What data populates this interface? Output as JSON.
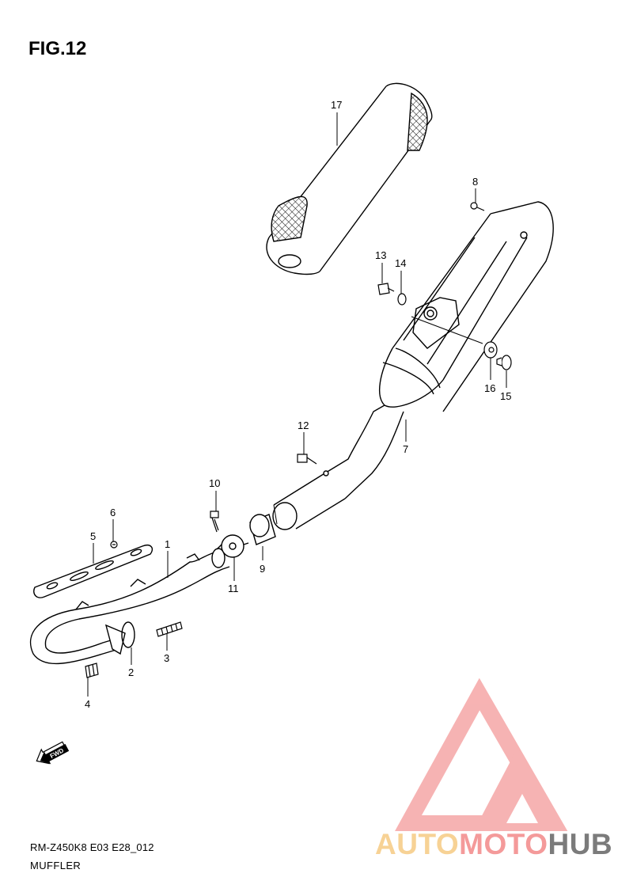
{
  "figure": {
    "title": "FIG.12"
  },
  "parts": [
    {
      "id": "1",
      "label": "1"
    },
    {
      "id": "2",
      "label": "2"
    },
    {
      "id": "3",
      "label": "3"
    },
    {
      "id": "4",
      "label": "4"
    },
    {
      "id": "5",
      "label": "5"
    },
    {
      "id": "6",
      "label": "6"
    },
    {
      "id": "7",
      "label": "7"
    },
    {
      "id": "8",
      "label": "8"
    },
    {
      "id": "9",
      "label": "9"
    },
    {
      "id": "10",
      "label": "10"
    },
    {
      "id": "11",
      "label": "11"
    },
    {
      "id": "12",
      "label": "12"
    },
    {
      "id": "13",
      "label": "13"
    },
    {
      "id": "14",
      "label": "14"
    },
    {
      "id": "15",
      "label": "15"
    },
    {
      "id": "16",
      "label": "16"
    },
    {
      "id": "17",
      "label": "17"
    }
  ],
  "direction_marker": {
    "text": "FWD"
  },
  "footer": {
    "code": "RM-Z450K8 E03 E28_012",
    "caption": "MUFFLER"
  },
  "watermark": {
    "part1": "AUTO",
    "part2": "MOTO",
    "part3": "HUB",
    "colors": {
      "logo": "#f49a9a",
      "auto": "#f7d295",
      "moto": "#f49a9a",
      "hub": "#7b7b7b"
    }
  }
}
